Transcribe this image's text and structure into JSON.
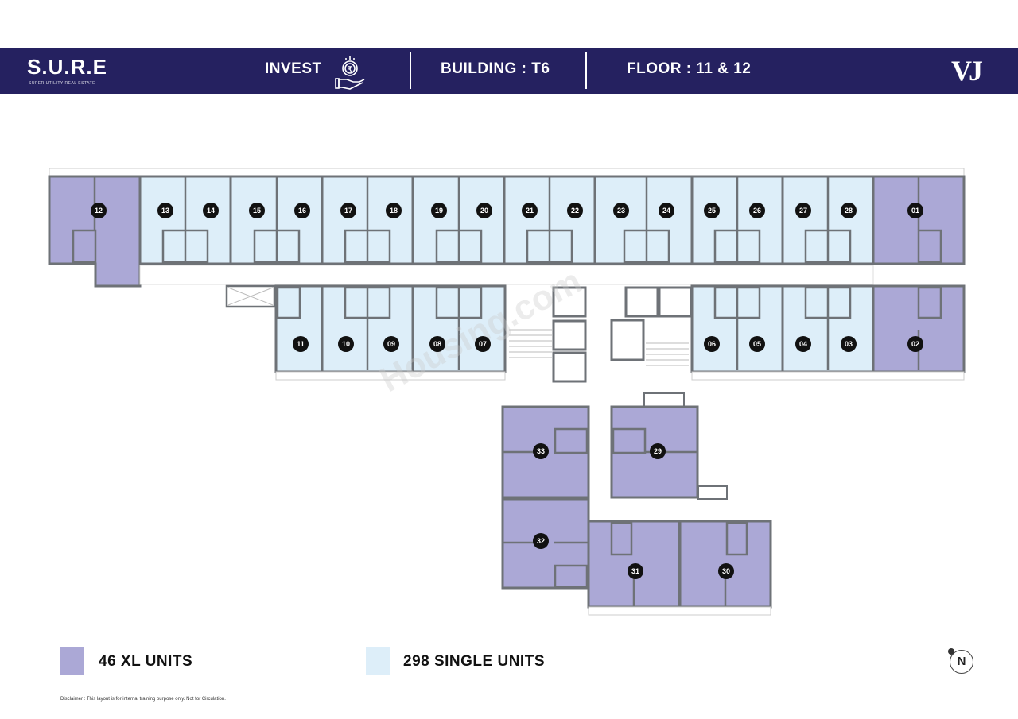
{
  "header": {
    "logo": "S.U.R.E",
    "logo_tagline": "SUPER UTILITY REAL ESTATE",
    "invest_label": "INVEST",
    "invest_icon": "rupee-hand-icon",
    "building": "BUILDING : T6",
    "floor": "FLOOR : 11 & 12",
    "brand_mark": "VJ",
    "background_color": "#252160"
  },
  "colors": {
    "xl_unit": "#aba8d6",
    "single_unit": "#ddeef9",
    "wall": "#6e7277"
  },
  "units": {
    "top_row": [
      "12",
      "13",
      "14",
      "15",
      "16",
      "17",
      "18",
      "19",
      "20",
      "21",
      "22",
      "23",
      "24",
      "25",
      "26",
      "27",
      "28",
      "01"
    ],
    "bottom_row": [
      "11",
      "10",
      "09",
      "08",
      "07",
      "06",
      "05",
      "04",
      "03",
      "02"
    ],
    "south_wing": [
      "33",
      "29",
      "32",
      "31",
      "30"
    ]
  },
  "legend": {
    "xl": "46 XL UNITS",
    "single": "298 SINGLE UNITS"
  },
  "compass": "N",
  "watermark": "Housing.com",
  "disclaimer": "Disclaimer : This layout is for internal training purpose only. Not for Circulation."
}
